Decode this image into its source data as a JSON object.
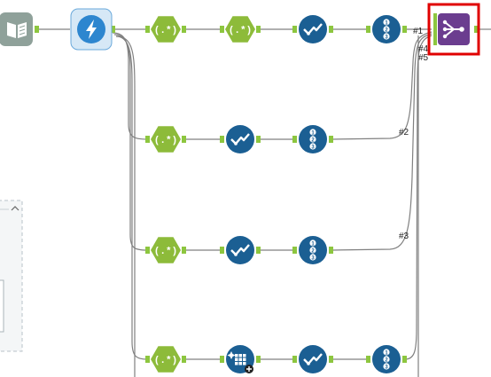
{
  "workflow": {
    "connection_labels": [
      "#1",
      "#4",
      "#5",
      "#2",
      "#3"
    ]
  },
  "tools": {
    "input_book": {
      "icon": "book-icon",
      "color": "#8fa19a"
    },
    "macro_input": {
      "icon": "lightning-icon",
      "color": "#2d86cf"
    },
    "regex": {
      "icon": "regex-icon",
      "color": "#8dbb3a"
    },
    "select": {
      "icon": "checkmark-icon",
      "color": "#1b5f93"
    },
    "record_id": {
      "icon": "numbered-list-icon",
      "color": "#1b5f93"
    },
    "union": {
      "icon": "union-icon",
      "color": "#6b3d8f"
    },
    "multi_field_formula": {
      "icon": "table-sparkle-icon",
      "color": "#1b5f93"
    }
  },
  "colors": {
    "selection_border": "#e00000",
    "connector": "#8dc63f",
    "wire": "#808080"
  }
}
